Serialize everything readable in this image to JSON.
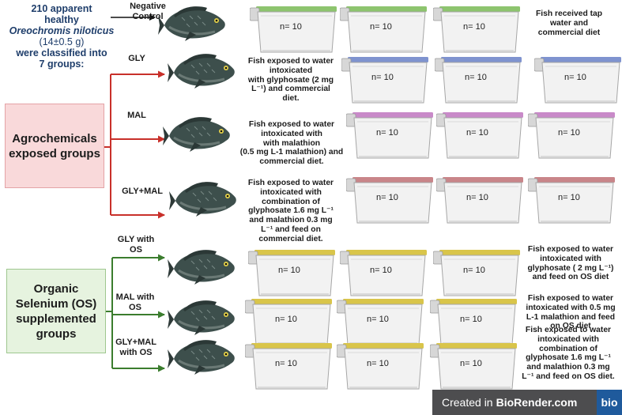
{
  "intro": {
    "line1": "210 apparent",
    "line2": "healthy",
    "species": "Oreochromis niloticus",
    "size": "(14±0.5 g)",
    "line4": "were classified into",
    "line5": "7 groups:"
  },
  "categories": {
    "agro": "Agrochemicals exposed groups",
    "organic": "Organic Selenium (OS) supplemented groups"
  },
  "groups": [
    {
      "label": "Negative Control",
      "lid_color": "#8dc46e",
      "tanks": [
        "n= 10",
        "n= 10",
        "n= 10"
      ],
      "description": [
        "Fish received tap",
        "water and",
        "commercial diet"
      ]
    },
    {
      "label": "GLY",
      "lid_color": "#7f93cf",
      "tanks": [
        "n= 10",
        "n= 10",
        "n= 10"
      ],
      "description": [
        "Fish exposed to water",
        "intoxicated",
        "with glyphosate  (2  mg",
        "L⁻¹) and commercial",
        "diet."
      ]
    },
    {
      "label": "MAL",
      "lid_color": "#c98ac9",
      "tanks": [
        "n= 10",
        "n= 10",
        "n= 10"
      ],
      "description": [
        "Fish exposed to water",
        "intoxicated with",
        "with malathion",
        "(0.5 mg L-1 malathion) and",
        "commercial  diet."
      ]
    },
    {
      "label": "GLY+MAL",
      "lid_color": "#c98589",
      "tanks": [
        "n= 10",
        "n= 10",
        "n= 10"
      ],
      "description": [
        "Fish exposed to water",
        "intoxicated with",
        "combination of",
        "glyphosate 1.6 mg L⁻¹",
        "and malathion 0.3 mg",
        "L⁻¹ and feed on",
        "commercial  diet."
      ]
    },
    {
      "label": "GLY with OS",
      "lid_color": "#d9c54a",
      "tanks": [
        "n= 10",
        "n= 10",
        "n= 10"
      ],
      "description": [
        "Fish exposed to water",
        "intoxicated with",
        "glyphosate ( 2 mg L⁻¹)",
        "and feed on OS diet"
      ]
    },
    {
      "label": "MAL with OS",
      "lid_color": "#d9c54a",
      "tanks": [
        "n= 10",
        "n= 10",
        "n= 10"
      ],
      "description": [
        "Fish exposed to water",
        "intoxicated with 0.5 mg",
        "L-1 malathion and feed",
        "on OS diet"
      ]
    },
    {
      "label": "GLY+MAL with OS",
      "lid_color": "#d9c54a",
      "tanks": [
        "n= 10",
        "n= 10",
        "n= 10"
      ],
      "description": [
        "Fish exposed to water",
        "intoxicated with",
        "combination of",
        "glyphosate 1.6 mg L⁻¹",
        "and malathion 0.3 mg",
        "L⁻¹ and feed on OS  diet."
      ]
    }
  ],
  "credit": {
    "prefix": "Created in",
    "brand": "BioRender.com",
    "badge": "bio"
  },
  "colors": {
    "agro_arrow": "#c8302a",
    "organic_arrow": "#3b7d2e",
    "control_arrow": "#111111"
  }
}
